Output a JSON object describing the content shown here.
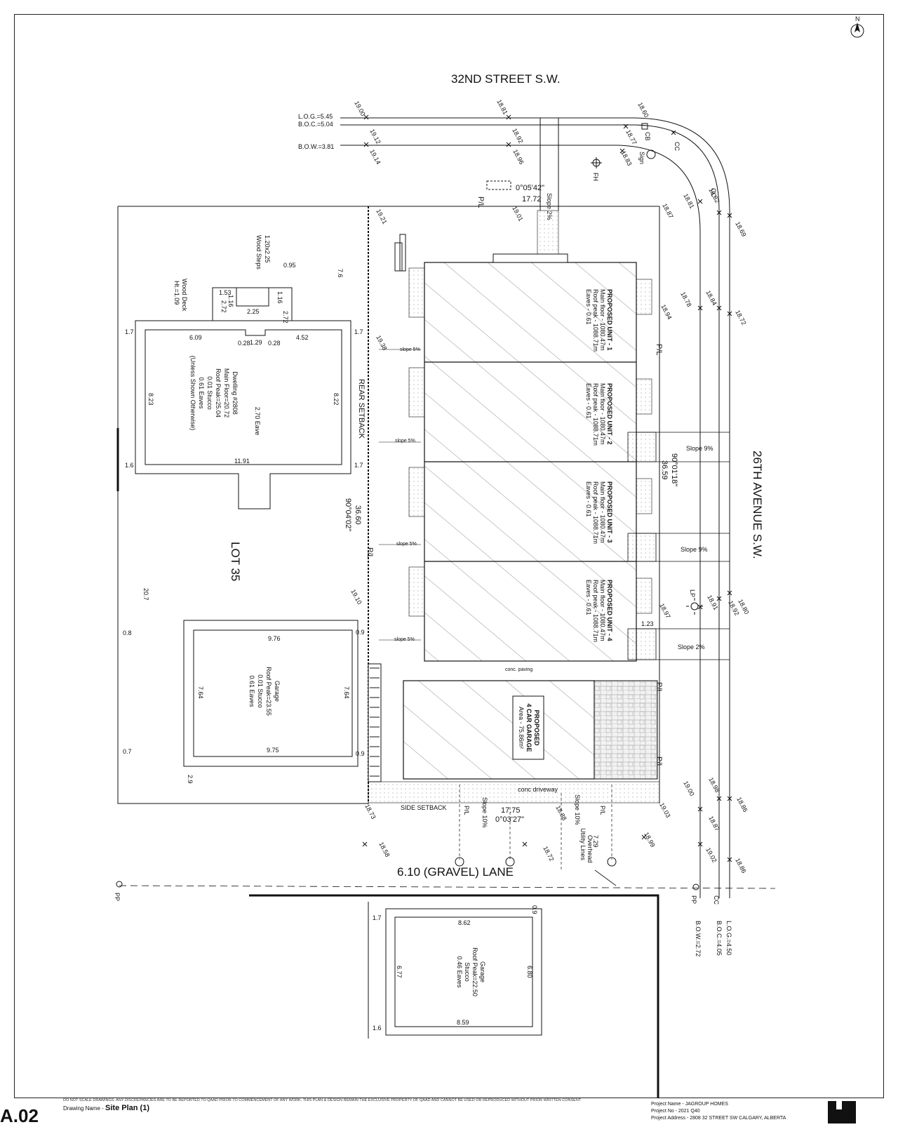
{
  "drawing": {
    "sheet_no": "A.02",
    "drawing_name_label": "Drawing Name -",
    "drawing_name": "Site Plan (1)",
    "disclaimer": "DO NOT SCALE DRAWINGS. ANY DISCREPANCIES ARE TO BE REPORTED TO QAAD PRIOR TO COMMENCEMENT OF ANY WORK. THIS PLAN & DESIGN REMAIN THE EXCLUSIVE PROPERTY OF QAAD AND CANNOT BE USED OR REPRODUCED WITHOUT PRIOR WRITTEN CONSENT",
    "project_name": "Project Name - JAGROUP HOMES",
    "project_no": "Project No     - 2021 Q40",
    "project_address": "Project Address - 2808 32 STREET SW CALGARY, ALBERTA"
  },
  "north": "N",
  "streets": {
    "north_street": "32ND STREET S.W.",
    "east_avenue": "26TH AVENUE S.W.",
    "lane": "6.10 (GRAVEL) LANE"
  },
  "levels_north": [
    "L.O.G.=5.45",
    "B.O.C.=5.04",
    "B.O.W.=3.81"
  ],
  "levels_south": [
    "L.O.G.=4.50",
    "B.O.C.=4.05",
    "B.O.W.=2.72"
  ],
  "elevations": [
    "19.00",
    "19.12",
    "19.14",
    "18.81",
    "18.92",
    "18.96",
    "18.60",
    "18.77",
    "18.83",
    "18.81",
    "18.82",
    "18.69",
    "19.21",
    "19.01",
    "18.87",
    "18.78",
    "18.84",
    "18.72",
    "18.94",
    "19.38",
    "19.10",
    "18.97",
    "18.91",
    "18.92",
    "18.80",
    "18.73",
    "18.88",
    "19.03",
    "19.00",
    "18.98",
    "18.86",
    "18.87",
    "19.02",
    "18.86",
    "18.58",
    "18.72",
    "18.99"
  ],
  "property": {
    "north_line": {
      "angle": "0°05'42\"",
      "length": "17.72"
    },
    "west_line": {
      "length": "36.60",
      "angle": "90°04'02\""
    },
    "east_line": {
      "angle": "90°01'18\"",
      "length": "36.59"
    },
    "south_line": {
      "length": "17.75",
      "angle": "0°03'27\""
    },
    "pl": "P/L",
    "rear_setback": "REAR SETBACK",
    "side_setback": "SIDE SETBACK",
    "lot": "LOT 35"
  },
  "units": [
    {
      "title": "PROPOSED UNIT - 1",
      "main": "Main floor - 1080.47m",
      "roof": "Roof peak - 1088.71m",
      "eaves": "Eaves - 0.61"
    },
    {
      "title": "PROPOSED UNIT - 2",
      "main": "Main floor - 1080.47m",
      "roof": "Roof peak - 1088.71m",
      "eaves": "Eaves - 0.61"
    },
    {
      "title": "PROPOSED UNIT - 3",
      "main": "Main floor - 1080.47m",
      "roof": "Roof peak - 1088.71m",
      "eaves": "Eaves - 0.61"
    },
    {
      "title": "PROPOSED UNIT - 4",
      "main": "Main floor - 1080.47m",
      "roof": "Roof peak - 1088.71m",
      "eaves": "Eaves - 0.61"
    }
  ],
  "garage_new": {
    "l1": "PROPOSED",
    "l2": "4 CAR GARAGE",
    "l3": "Area - 75.86m²"
  },
  "dwelling": {
    "l1": "Dwelling #2808",
    "l2": "Main Floor=20.72",
    "l3": "Roof Peak=25.04",
    "l4": "0.01 Stucco",
    "l5": "0.61 Eaves",
    "l6": "(Unless Shown Otherwise)",
    "eave": "2.70 Eave"
  },
  "dwelling_dims": {
    "d609": "6.09",
    "d028a": "0.28",
    "d129": "1.29",
    "d028b": "0.28",
    "d452": "4.52",
    "d823": "8.23",
    "d822": "8.22",
    "d1191": "11.91",
    "d153": "1.53",
    "d116a": "1.16",
    "d116b": "1.16",
    "d272a": "2.72",
    "d272b": "2.72",
    "d225": "2.25",
    "d095": "0.95"
  },
  "steps": {
    "l1": "1.20x2.25",
    "l2": "Wood Steps"
  },
  "deck": {
    "l1": "Wood Deck",
    "l2": "Ht.=1.09"
  },
  "garage_west": {
    "l1": "Garage",
    "l2": "Roof Peak=23.55",
    "l3": "0.01 Stucco",
    "l4": "0.61 Eaves",
    "d976": "9.76",
    "d975": "9.75",
    "d764a": "7.64",
    "d764b": "7.64"
  },
  "garage_south": {
    "l1": "Garage",
    "l2": "Roof Peak=22.50",
    "l3": "Stucco",
    "l4": "0.46 Eaves",
    "d862": "8.62",
    "d859": "8.59",
    "d677": "6.77",
    "d680": "6.80"
  },
  "side_dims": {
    "d76": "7.6",
    "d17a": "1.7",
    "d17b": "1.7",
    "d16a": "1.6",
    "d17c": "1.7",
    "d207": "20.7",
    "d08": "0.8",
    "d07": "0.7",
    "d29": "2.9",
    "d09a": "0.9",
    "d09b": "0.9",
    "d123": "1.23",
    "d17s": "1.7",
    "d16s": "1.6",
    "d09s": "0.9",
    "d729": "7.29"
  },
  "slopes": {
    "s2_north": "Slope 2%",
    "s5": "slope 5%",
    "s9a": "Slope 9%",
    "s9b": "Slope 9%",
    "s2_east": "Slope 2%",
    "s10a": "Slope 10%",
    "s10b": "Slope 10%"
  },
  "misc": {
    "fh": "FH",
    "cb": "CB",
    "cc": "CC",
    "sign": "Sign",
    "lp": "LP",
    "pp": "PP",
    "overhead": "Overhead",
    "utility": "Utility Lines",
    "conc_paving": "conc. paving",
    "conc_driveway": "conc driveway"
  }
}
